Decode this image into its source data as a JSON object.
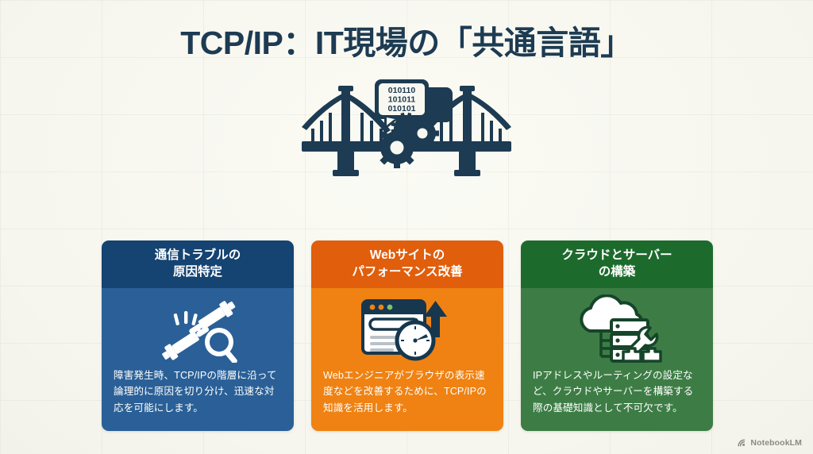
{
  "slide": {
    "title": "TCP/IP：IT現場の「共通言語」",
    "hero": {
      "icon_name": "suspension-bridge-with-binary-speech-bubble-and-gears",
      "binary_lines": [
        "010110",
        "101011",
        "010101"
      ]
    },
    "cards": [
      {
        "id": "communication-trouble",
        "header_line1": "通信トラブルの",
        "header_line2": "原因特定",
        "body": "障害発生時、TCP/IPの階層に沿って論理的に原因を切り分け、迅速な対応を可能にします。",
        "icon_name": "unplugged-cables-with-magnifier-icon",
        "header_color": "#154372",
        "body_color": "#2a6097"
      },
      {
        "id": "website-performance",
        "header_line1": "Webサイトの",
        "header_line2": "パフォーマンス改善",
        "body": "Webエンジニアがブラウザの表示速度などを改善するために、TCP/IPの知識を活用します。",
        "icon_name": "browser-window-with-stopwatch-and-up-arrow-icon",
        "header_color": "#e05e0c",
        "body_color": "#ef8212"
      },
      {
        "id": "cloud-and-server",
        "header_line1": "クラウドとサーバー",
        "header_line2": "の構築",
        "body": "IPアドレスやルーティングの設定など、クラウドやサーバーを構築する際の基礎知識として不可欠です。",
        "icon_name": "cloud-server-rack-with-wrench-icon",
        "header_color": "#1d6b2c",
        "body_color": "#3d7d45"
      }
    ],
    "watermark": {
      "label": "NotebookLM",
      "icon_name": "notebooklm-logo-icon"
    },
    "colors": {
      "background": "#f9f9f2",
      "title": "#1d3b52",
      "illustration": "#1d3b52"
    }
  }
}
